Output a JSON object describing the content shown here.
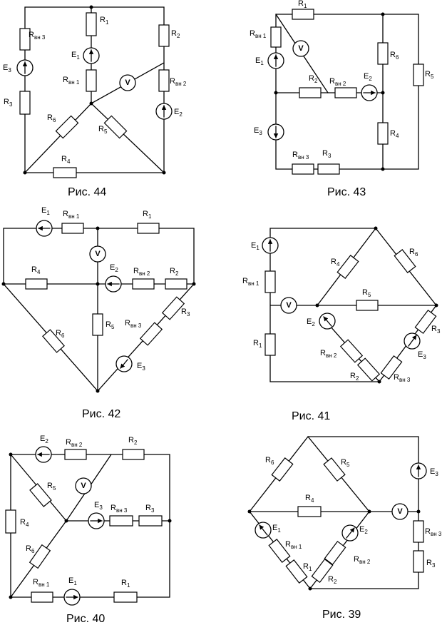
{
  "figures": [
    {
      "caption": "Рис. 44",
      "labels": {
        "E3": "E",
        "E3s": "3",
        "R1": "R",
        "R1s": "1",
        "E1": "E",
        "E1s": "1",
        "Rvn1": "R",
        "Rvn1s": "вн 1",
        "Rvn3": "R",
        "Rvn3s": "вн 3",
        "R3": "R",
        "R3s": "3",
        "R2": "R",
        "R2s": "2",
        "Rvn2": "R",
        "Rvn2s": "вн 2",
        "E2": "E",
        "E2s": "2",
        "R6": "R",
        "R6s": "6",
        "R5": "R",
        "R5s": "5",
        "R4": "R",
        "R4s": "4",
        "V": "V"
      }
    },
    {
      "caption": "Рис. 43",
      "labels": {
        "R1": "R",
        "R1s": "1",
        "Rvn1": "R",
        "Rvn1s": "вн 1",
        "E1": "E",
        "E1s": "1",
        "R2": "R",
        "R2s": "2",
        "Rvn2": "R",
        "Rvn2s": "вн 2",
        "E2": "E",
        "E2s": "2",
        "R6": "R",
        "R6s": "6",
        "R5": "R",
        "R5s": "5",
        "R4": "R",
        "R4s": "4",
        "E3": "E",
        "E3s": "3",
        "Rvn3": "R",
        "Rvn3s": "вн 3",
        "R3": "R",
        "R3s": "3",
        "V": "V"
      }
    },
    {
      "caption": "Рис. 42",
      "labels": {
        "E1": "E",
        "E1s": "1",
        "Rvn1": "R",
        "Rvn1s": "вн 1",
        "R1": "R",
        "R1s": "1",
        "R4": "R",
        "R4s": "4",
        "E2": "E",
        "E2s": "2",
        "Rvn2": "R",
        "Rvn2s": "вн 2",
        "R2": "R",
        "R2s": "2",
        "R3": "R",
        "R3s": "3",
        "R6": "R",
        "R6s": "6",
        "R5": "R",
        "R5s": "5",
        "Rvn3": "R",
        "Rvn3s": "вн 3",
        "E3": "E",
        "E3s": "3",
        "V": "V"
      }
    },
    {
      "caption": "Рис. 41",
      "labels": {
        "E1": "E",
        "E1s": "1",
        "Rvn1": "R",
        "Rvn1s": "вн 1",
        "R1": "R",
        "R1s": "1",
        "R4": "R",
        "R4s": "4",
        "R6": "R",
        "R6s": "6",
        "R5": "R",
        "R5s": "5",
        "E2": "E",
        "E2s": "2",
        "Rvn2": "R",
        "Rvn2s": "вн 2",
        "R2": "R",
        "R2s": "2",
        "R3": "R",
        "R3s": "3",
        "E3": "E",
        "E3s": "3",
        "Rvn3": "R",
        "Rvn3s": "вн 3",
        "V": "V"
      }
    },
    {
      "caption": "Рис. 40",
      "labels": {
        "E2": "E",
        "E2s": "2",
        "Rvn2": "R",
        "Rvn2s": "вн 2",
        "R2": "R",
        "R2s": "2",
        "R5": "R",
        "R5s": "5",
        "R4": "R",
        "R4s": "4",
        "E3": "E",
        "E3s": "3",
        "Rvn3": "R",
        "Rvn3s": "вн 3",
        "R3": "R",
        "R3s": "3",
        "R6": "R",
        "R6s": "6",
        "Rvn1": "R",
        "Rvn1s": "вн 1",
        "E1": "E",
        "E1s": "1",
        "R1": "R",
        "R1s": "1",
        "V": "V"
      }
    },
    {
      "caption": "Рис. 39",
      "labels": {
        "R6": "R",
        "R6s": "6",
        "R5": "R",
        "R5s": "5",
        "R4": "R",
        "R4s": "4",
        "E1": "E",
        "E1s": "1",
        "Rvn1": "R",
        "Rvn1s": "вн 1",
        "E2": "E",
        "E2s": "2",
        "Rvn2": "R",
        "Rvn2s": "вн 2",
        "R1": "R",
        "R1s": "1",
        "R2": "R",
        "R2s": "2",
        "E3": "E",
        "E3s": "3",
        "Rvn3": "R",
        "Rvn3s": "вн 3",
        "R3": "R",
        "R3s": "3",
        "V": "V"
      }
    }
  ]
}
